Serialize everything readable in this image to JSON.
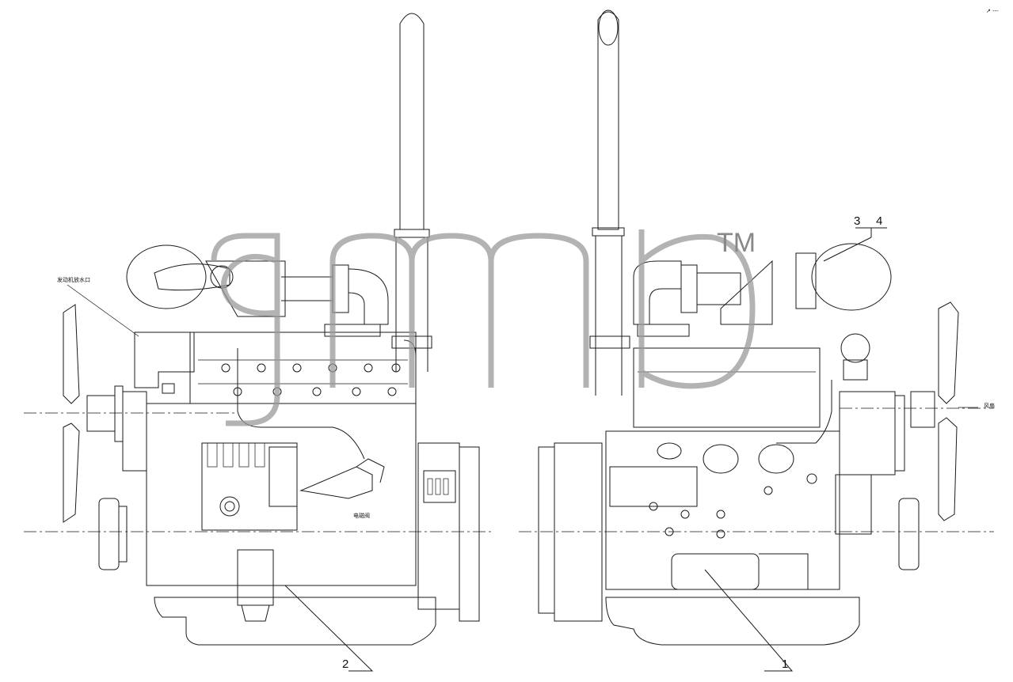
{
  "drawing": {
    "callouts": [
      "3",
      "4",
      "2",
      "1"
    ],
    "small_notes": {
      "left_top": "发动机放水口",
      "left_mid": "电磁阀",
      "right_mid": "风扇"
    },
    "corner_mark": "↗ ---"
  },
  "watermark": {
    "text": "gmb",
    "trademark": "TM"
  }
}
